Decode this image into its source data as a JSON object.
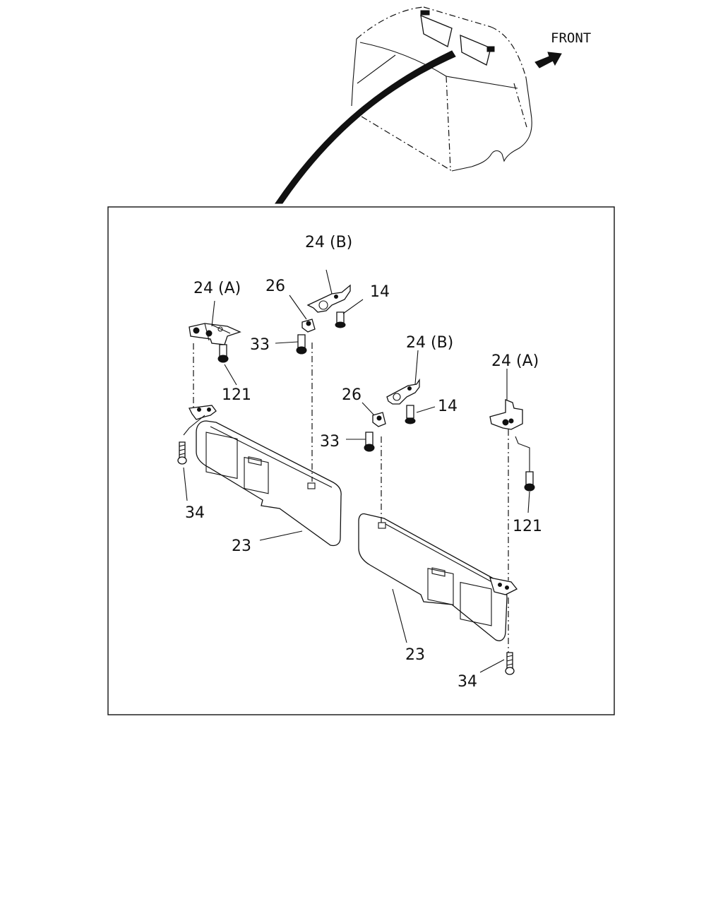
{
  "labels": {
    "front": "FRONT",
    "p24a_left": "24 (A)",
    "p24b_left": "24 (B)",
    "p26_left": "26",
    "p14_left": "14",
    "p33_left": "33",
    "p121_left": "121",
    "p34_left": "34",
    "p23_left": "23",
    "p24b_right": "24 (B)",
    "p26_right": "26",
    "p14_right": "14",
    "p33_right": "33",
    "p24a_right": "24 (A)",
    "p121_right": "121",
    "p23_right": "23",
    "p34_right": "34"
  },
  "colors": {
    "ink": "#111111",
    "paper": "#ffffff"
  }
}
